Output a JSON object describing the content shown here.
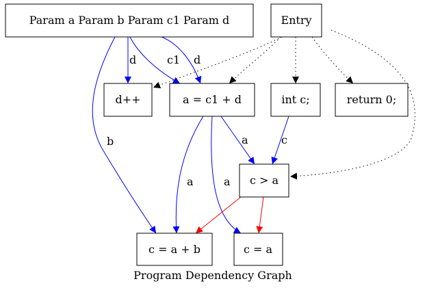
{
  "graph": {
    "label": "Program Dependency Graph",
    "colors": {
      "data": "#0000ff",
      "control": "#ff0000",
      "structural": "#000000"
    },
    "nodes": {
      "params": "Param a Param b Param c1 Param d",
      "entry": "Entry",
      "dpp": "d++",
      "assign_a": "a = c1 + d",
      "int_c": "int c;",
      "ret": "return 0;",
      "cond": "c > a",
      "c_ab": "c = a + b",
      "c_a": "c = a"
    },
    "edges": [
      {
        "id": "params-dpp",
        "from": "params",
        "to": "dpp",
        "kind": "data",
        "label": "d"
      },
      {
        "id": "params-assign-c1",
        "from": "params",
        "to": "assign_a",
        "kind": "data",
        "label": "c1"
      },
      {
        "id": "params-assign-d",
        "from": "params",
        "to": "assign_a",
        "kind": "data",
        "label": "d"
      },
      {
        "id": "params-cab",
        "from": "params",
        "to": "c_ab",
        "kind": "data",
        "label": "b"
      },
      {
        "id": "entry-dpp",
        "from": "entry",
        "to": "dpp",
        "kind": "structural",
        "label": ""
      },
      {
        "id": "entry-assign",
        "from": "entry",
        "to": "assign_a",
        "kind": "structural",
        "label": ""
      },
      {
        "id": "entry-intc",
        "from": "entry",
        "to": "int_c",
        "kind": "structural",
        "label": ""
      },
      {
        "id": "entry-ret",
        "from": "entry",
        "to": "ret",
        "kind": "structural",
        "label": ""
      },
      {
        "id": "entry-cond",
        "from": "entry",
        "to": "cond",
        "kind": "structural",
        "label": ""
      },
      {
        "id": "assign-cond",
        "from": "assign_a",
        "to": "cond",
        "kind": "data",
        "label": "a"
      },
      {
        "id": "assign-cab",
        "from": "assign_a",
        "to": "c_ab",
        "kind": "data",
        "label": "a"
      },
      {
        "id": "assign-ca",
        "from": "assign_a",
        "to": "c_a",
        "kind": "data",
        "label": "a"
      },
      {
        "id": "intc-cond",
        "from": "int_c",
        "to": "cond",
        "kind": "data",
        "label": "c"
      },
      {
        "id": "cond-cab",
        "from": "cond",
        "to": "c_ab",
        "kind": "control",
        "label": ""
      },
      {
        "id": "cond-ca",
        "from": "cond",
        "to": "c_a",
        "kind": "control",
        "label": ""
      }
    ]
  }
}
